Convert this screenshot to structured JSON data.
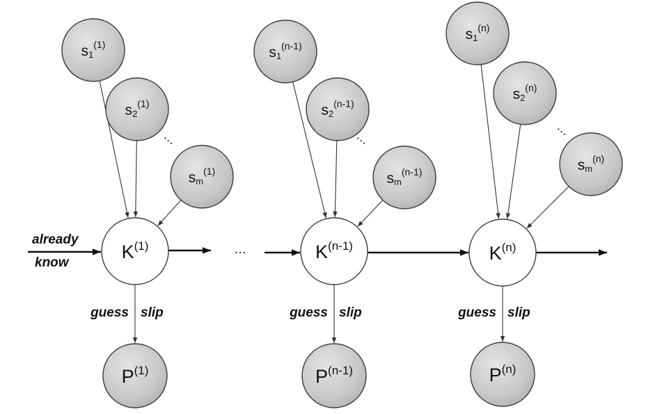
{
  "diagram": {
    "columns": [
      {
        "skills": [
          {
            "base": "s",
            "sub": "1",
            "sup": "(1)"
          },
          {
            "base": "s",
            "sub": "2",
            "sup": "(1)"
          },
          {
            "base": "s",
            "sub": "m",
            "sup": "(1)"
          }
        ],
        "knowledge": {
          "base": "K",
          "sup": "(1)"
        },
        "performance": {
          "base": "P",
          "sup": "(1)"
        },
        "guess": "guess",
        "slip": "slip"
      },
      {
        "skills": [
          {
            "base": "s",
            "sub": "1",
            "sup": "(n-1)"
          },
          {
            "base": "s",
            "sub": "2",
            "sup": "(n-1)"
          },
          {
            "base": "s",
            "sub": "m",
            "sup": "(n-1)"
          }
        ],
        "knowledge": {
          "base": "K",
          "sup": "(n-1)"
        },
        "performance": {
          "base": "P",
          "sup": "(n-1)"
        },
        "guess": "guess",
        "slip": "slip"
      },
      {
        "skills": [
          {
            "base": "s",
            "sub": "1",
            "sup": "(n)"
          },
          {
            "base": "s",
            "sub": "2",
            "sup": "(n)"
          },
          {
            "base": "s",
            "sub": "m",
            "sup": "(n)"
          }
        ],
        "knowledge": {
          "base": "K",
          "sup": "(n)"
        },
        "performance": {
          "base": "P",
          "sup": "(n)"
        },
        "guess": "guess",
        "slip": "slip"
      }
    ],
    "already_know": {
      "line1": "already",
      "line2": "know"
    },
    "skills_ellipsis": "…",
    "chain_ellipsis": "…"
  }
}
